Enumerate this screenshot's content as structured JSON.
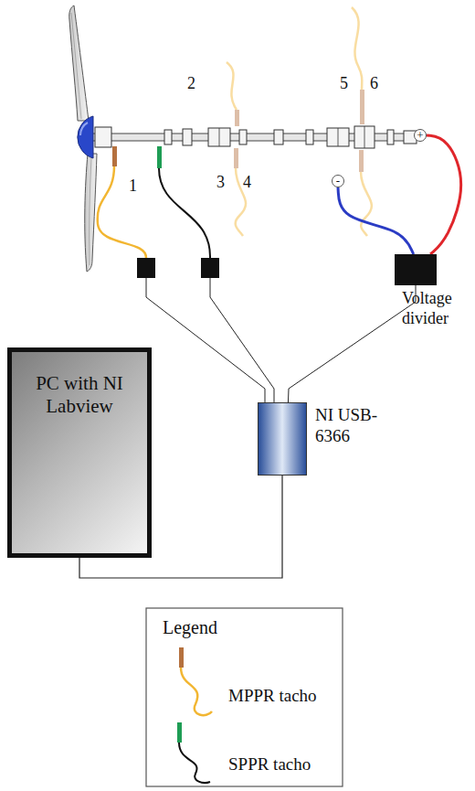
{
  "diagram": {
    "nodes": [
      {
        "text": [
          "+"
        ]
      },
      {
        "text": [
          "-"
        ]
      },
      {
        "text": [
          "Voltage divider"
        ]
      },
      {
        "text": [
          "PC with NI Labview"
        ]
      },
      {
        "text": [
          "NI USB-6366"
        ]
      }
    ],
    "edges": [
      {
        "from": 0,
        "to": 2,
        "arrow": "none"
      },
      {
        "from": 1,
        "to": 2,
        "arrow": "none"
      },
      {
        "from": 2,
        "to": 4,
        "arrow": "none"
      },
      {
        "from": 4,
        "to": 3,
        "arrow": "none"
      }
    ],
    "labels": [
      "1",
      "2",
      "3",
      "4",
      "5",
      "6",
      "Legend"
    ],
    "legend": [
      {
        "text": "MPPR tacho"
      },
      {
        "text": "SPPR tacho"
      }
    ]
  }
}
